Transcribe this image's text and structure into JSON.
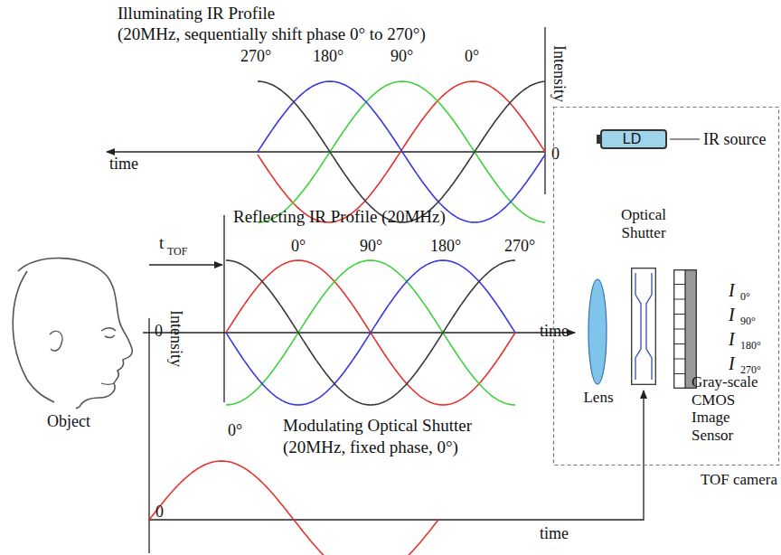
{
  "diagram": {
    "nodes": [
      {
        "text": [
          "TOF camera"
        ]
      },
      {
        "text": [
          "LD"
        ],
        "in": 0
      },
      {
        "text": [
          "Lens"
        ],
        "in": 0
      },
      {
        "text": [
          "Optical Shutter"
        ],
        "in": 0
      },
      {
        "text": [
          "Gray-scale CMOS Image Sensor"
        ],
        "in": 0
      }
    ],
    "labels": [
      "Illuminating IR Profile",
      "(20MHz, sequentially shift phase 0° to 270°)",
      "270°",
      "180°",
      "90°",
      "0°",
      "Intensity",
      "0",
      "time",
      "IR source",
      "Reflecting IR Profile (20MHz)",
      "0°",
      "90°",
      "180°",
      "270°",
      "t",
      "TOF",
      "0",
      "time",
      "Intensity",
      "Object",
      "Modulating Optical Shutter",
      "(20MHz, fixed phase, 0°)",
      "0°",
      "0",
      "time",
      "I",
      "0°",
      "I",
      "90°",
      "I",
      "180°",
      "I",
      "270°"
    ]
  }
}
